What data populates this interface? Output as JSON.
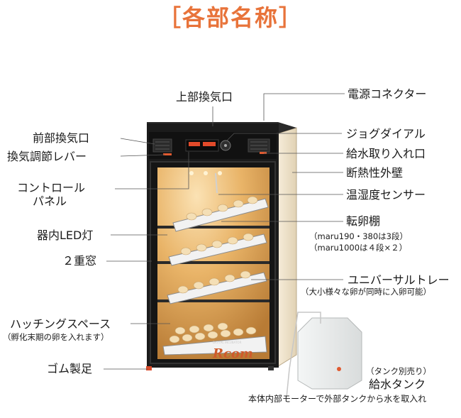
{
  "title": "［各部名称］",
  "labels": {
    "top_vent": "上部換気口",
    "power_connector": "電源コネクター",
    "front_vent": "前部換気口",
    "jog_dial": "ジョグダイアル",
    "vent_lever": "換気調節レバー",
    "water_inlet": "給水取り入れ口",
    "insulated_wall": "断熱性外壁",
    "control_panel": "コントロール\nパネル",
    "control_panel_line1": "コントロール",
    "control_panel_line2": "パネル",
    "humidity_sensor": "温湿度センサー",
    "turning_shelf": "転卵棚",
    "turning_note1": "（maru190・380は3段）",
    "turning_note2": "（maru1000は４段×２）",
    "led_light": "器内LED灯",
    "double_window": "２重窓",
    "universal_tray": "ユニバーサルトレー",
    "universal_note": "（大小様々な卵が同時に入卵可能）",
    "hatching_space": "ハッチングスペース",
    "hatching_note": "（孵化末期の卵を入れます）",
    "rubber_feet": "ゴム製足",
    "tank_note": "（タンク別売り）",
    "water_tank": "給水タンク",
    "motor_note": "本体内部モーターで外部タンクから水を取入れ"
  },
  "device": {
    "brand": "Rcom",
    "sub_brand": "DIGITAL INCUBATOR"
  },
  "colors": {
    "title": "#e8733a",
    "leader": "#555555",
    "cabinet": "#1b1b1b",
    "side_wall": "#efe4cf",
    "interior": "#e8b36a"
  }
}
